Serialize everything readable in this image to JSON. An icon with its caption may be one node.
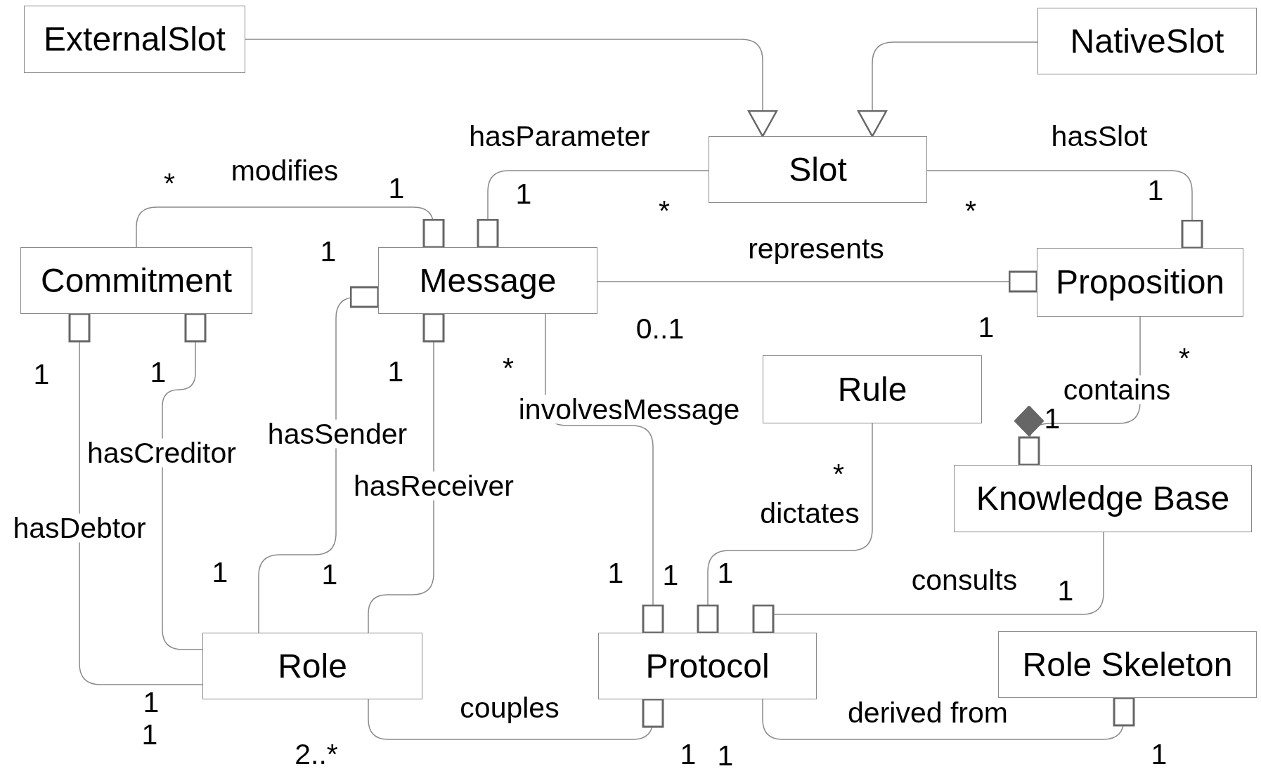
{
  "diagram": {
    "nodes": [
      {
        "text": [
          "ExternalSlot"
        ]
      },
      {
        "text": [
          "NativeSlot"
        ]
      },
      {
        "text": [
          "Slot"
        ]
      },
      {
        "text": [
          "Commitment"
        ]
      },
      {
        "text": [
          "Message"
        ]
      },
      {
        "text": [
          "Proposition"
        ]
      },
      {
        "text": [
          "Rule"
        ]
      },
      {
        "text": [
          "Knowledge Base"
        ]
      },
      {
        "text": [
          "Role"
        ]
      },
      {
        "text": [
          "Protocol"
        ]
      },
      {
        "text": [
          "Role Skeleton"
        ]
      }
    ],
    "edges": [
      {
        "from": 0,
        "to": 2,
        "arrow": "to"
      },
      {
        "from": 1,
        "to": 2,
        "arrow": "to"
      },
      {
        "from": 3,
        "to": 4,
        "arrow": "other",
        "label": "modifies"
      },
      {
        "from": 2,
        "to": 4,
        "arrow": "other",
        "label": "hasParameter"
      },
      {
        "from": 2,
        "to": 5,
        "arrow": "other",
        "label": "hasSlot"
      },
      {
        "from": 4,
        "to": 5,
        "arrow": "other",
        "label": "represents"
      },
      {
        "from": 8,
        "to": 3,
        "arrow": "other",
        "label": "hasDebtor"
      },
      {
        "from": 8,
        "to": 3,
        "arrow": "other",
        "label": "hasCreditor"
      },
      {
        "from": 8,
        "to": 4,
        "arrow": "other",
        "label": "hasSender"
      },
      {
        "from": 8,
        "to": 4,
        "arrow": "other",
        "label": "hasReceiver"
      },
      {
        "from": 4,
        "to": 9,
        "arrow": "other",
        "label": "involvesMessage"
      },
      {
        "from": 6,
        "to": 9,
        "arrow": "other",
        "label": "dictates"
      },
      {
        "from": 7,
        "to": 9,
        "arrow": "other",
        "label": "consults"
      },
      {
        "from": 5,
        "to": 7,
        "arrow": "other",
        "label": "contains"
      },
      {
        "from": 8,
        "to": 9,
        "arrow": "other",
        "label": "couples"
      },
      {
        "from": 9,
        "to": 10,
        "arrow": "other",
        "label": "derived from"
      }
    ],
    "labels": [
      "*",
      "1",
      "1",
      "*",
      "*",
      "1",
      "1",
      "0..1",
      "1",
      "1",
      "1",
      "1",
      "*",
      "*",
      "1",
      "*",
      "1",
      "1",
      "1",
      "1",
      "1",
      "1",
      "1",
      "1",
      "2..*",
      "1",
      "1",
      "1"
    ]
  }
}
